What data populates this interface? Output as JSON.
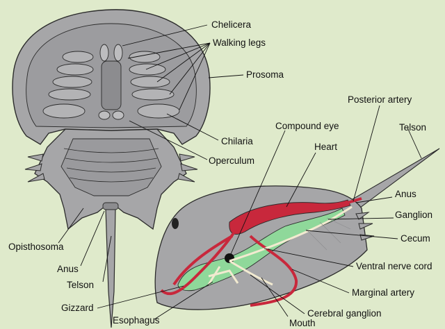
{
  "colors": {
    "background": "#dfeacb",
    "shell": "#a6a6a8",
    "shell_dark": "#8c8c8f",
    "outline": "#2b2b2b",
    "circulatory": "#c8283c",
    "digestive": "#8fd89a",
    "nervous": "#f2ead0"
  },
  "ventral_view": {
    "labels": {
      "chelicera": "Chelicera",
      "walking_legs": "Walking legs",
      "prosoma": "Prosoma",
      "chilaria": "Chilaria",
      "operculum": "Operculum",
      "opisthosoma": "Opisthosoma",
      "anus": "Anus",
      "telson": "Telson"
    }
  },
  "internal_view": {
    "labels": {
      "posterior_artery": "Posterior artery",
      "telson": "Telson",
      "compound_eye": "Compound eye",
      "heart": "Heart",
      "anus": "Anus",
      "ganglion": "Ganglion",
      "cecum": "Cecum",
      "ventral_nerve_cord": "Ventral nerve cord",
      "marginal_artery": "Marginal artery",
      "cerebral_ganglion": "Cerebral ganglion",
      "mouth": "Mouth",
      "gizzard": "Gizzard",
      "esophagus": "Esophagus"
    }
  }
}
